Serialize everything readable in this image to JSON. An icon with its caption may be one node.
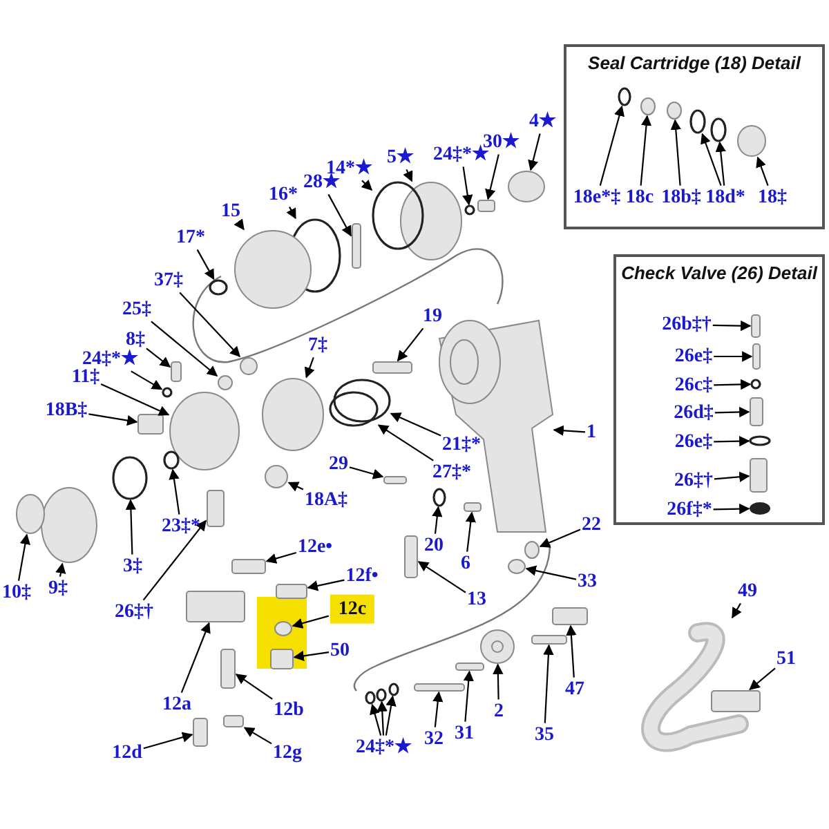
{
  "diagram": {
    "nodes": [
      {
        "text": [
          "Seal Cartridge (18) Detail"
        ]
      },
      {
        "text": [
          "18e*‡"
        ],
        "in": 0
      },
      {
        "text": [
          "18c"
        ],
        "in": 0
      },
      {
        "text": [
          "18b‡"
        ],
        "in": 0
      },
      {
        "text": [
          "18d*"
        ],
        "in": 0
      },
      {
        "text": [
          "18‡"
        ],
        "in": 0
      },
      {
        "text": [
          "4★"
        ]
      },
      {
        "text": [
          "30★"
        ]
      },
      {
        "text": [
          "24‡*★"
        ]
      },
      {
        "text": [
          "5★"
        ]
      },
      {
        "text": [
          "14*★"
        ]
      },
      {
        "text": [
          "28★"
        ]
      },
      {
        "text": [
          "16*"
        ]
      },
      {
        "text": [
          "15"
        ]
      },
      {
        "text": [
          "17*"
        ]
      },
      {
        "text": [
          "Check Valve (26) Detail"
        ]
      },
      {
        "text": [
          "26b‡†"
        ],
        "in": 15
      },
      {
        "text": [
          "26e‡"
        ],
        "in": 15
      },
      {
        "text": [
          "26c‡"
        ],
        "in": 15
      },
      {
        "text": [
          "26d‡"
        ],
        "in": 15
      },
      {
        "text": [
          "26e‡"
        ],
        "in": 15
      },
      {
        "text": [
          "26‡†"
        ],
        "in": 15
      },
      {
        "text": [
          "26f‡*"
        ],
        "in": 15
      },
      {
        "text": [
          "37‡"
        ]
      },
      {
        "text": [
          "25‡"
        ]
      },
      {
        "text": [
          "19"
        ]
      },
      {
        "text": [
          "8‡"
        ]
      },
      {
        "text": [
          "7‡"
        ]
      },
      {
        "text": [
          "24‡*★"
        ]
      },
      {
        "text": [
          "11‡"
        ]
      },
      {
        "text": [
          "18B‡"
        ]
      },
      {
        "text": [
          "1"
        ]
      },
      {
        "text": [
          "21‡*"
        ]
      },
      {
        "text": [
          "27‡*"
        ]
      },
      {
        "text": [
          "29"
        ]
      },
      {
        "text": [
          "18A‡"
        ]
      },
      {
        "text": [
          "23‡*"
        ]
      },
      {
        "text": [
          "22"
        ]
      },
      {
        "text": [
          "20"
        ]
      },
      {
        "text": [
          "6"
        ]
      },
      {
        "text": [
          "12e•"
        ]
      },
      {
        "text": [
          "3‡"
        ]
      },
      {
        "text": [
          "9‡"
        ]
      },
      {
        "text": [
          "10‡"
        ]
      },
      {
        "text": [
          "12f•"
        ]
      },
      {
        "text": [
          "33"
        ]
      },
      {
        "text": [
          "13"
        ]
      },
      {
        "text": [
          "26‡†"
        ]
      },
      {
        "text": [
          "12c"
        ]
      },
      {
        "text": [
          "50"
        ]
      },
      {
        "text": [
          "49"
        ]
      },
      {
        "text": [
          "51"
        ]
      },
      {
        "text": [
          "2"
        ]
      },
      {
        "text": [
          "47"
        ]
      },
      {
        "text": [
          "12a"
        ]
      },
      {
        "text": [
          "12b"
        ]
      },
      {
        "text": [
          "35"
        ]
      },
      {
        "text": [
          "31"
        ]
      },
      {
        "text": [
          "32"
        ]
      },
      {
        "text": [
          "24‡*★"
        ]
      },
      {
        "text": [
          "12d"
        ]
      },
      {
        "text": [
          "12g"
        ]
      },
      {
        "text": [],
        "shape": "circle",
        "in": 0
      },
      {
        "text": [],
        "shape": "circle",
        "in": 0
      },
      {
        "text": [],
        "shape": "circle",
        "in": 0
      },
      {
        "text": [],
        "shape": "circle",
        "in": 0
      },
      {
        "text": [],
        "shape": "circle",
        "in": 0
      },
      {
        "text": [],
        "shape": "circle",
        "in": 0
      },
      {
        "text": [],
        "shape": "circle"
      },
      {
        "text": [],
        "shape": "box"
      },
      {
        "text": [],
        "shape": "circle"
      },
      {
        "text": [],
        "shape": "circle"
      },
      {
        "text": [],
        "shape": "circle"
      },
      {
        "text": [],
        "shape": "box"
      },
      {
        "text": [],
        "shape": "circle"
      },
      {
        "text": [],
        "shape": "circle"
      },
      {
        "text": [],
        "shape": "circle"
      },
      {
        "text": [],
        "shape": "box",
        "in": 15
      },
      {
        "text": [],
        "shape": "box",
        "in": 15
      },
      {
        "text": [],
        "shape": "circle",
        "in": 15
      },
      {
        "text": [],
        "shape": "box",
        "in": 15
      },
      {
        "text": [],
        "shape": "circle",
        "in": 15
      },
      {
        "text": [],
        "shape": "box",
        "in": 15
      },
      {
        "text": [],
        "shape": "circle",
        "in": 15
      },
      {
        "text": [],
        "shape": "circle"
      },
      {
        "text": [],
        "shape": "circle"
      },
      {
        "text": [],
        "shape": "box"
      },
      {
        "text": [],
        "shape": "box"
      },
      {
        "text": [],
        "shape": "circle"
      },
      {
        "text": [],
        "shape": "circle"
      },
      {
        "text": [],
        "shape": "circle"
      },
      {
        "text": [],
        "shape": "box"
      },
      {
        "text": [],
        "shape": "picture"
      },
      {
        "text": [],
        "shape": "circle"
      },
      {
        "text": [],
        "shape": "circle"
      },
      {
        "text": [],
        "shape": "box"
      },
      {
        "text": [],
        "shape": "circle"
      },
      {
        "text": [],
        "shape": "circle"
      },
      {
        "text": [],
        "shape": "circle"
      },
      {
        "text": [],
        "shape": "circle"
      },
      {
        "text": [],
        "shape": "box"
      },
      {
        "text": [],
        "shape": "box"
      },
      {
        "text": [],
        "shape": "circle"
      },
      {
        "text": [],
        "shape": "circle"
      },
      {
        "text": [],
        "shape": "circle"
      },
      {
        "text": [],
        "shape": "box"
      },
      {
        "text": [],
        "shape": "circle"
      },
      {
        "text": [],
        "shape": "box"
      },
      {
        "text": [],
        "shape": "box"
      },
      {
        "text": [],
        "shape": "circle"
      },
      {
        "text": [],
        "shape": "box"
      },
      {
        "text": [],
        "shape": "picture"
      },
      {
        "text": [],
        "shape": "box"
      },
      {
        "text": [],
        "shape": "picture"
      },
      {
        "text": [],
        "shape": "box"
      },
      {
        "text": [],
        "shape": "box"
      },
      {
        "text": [],
        "shape": "box"
      },
      {
        "text": [],
        "shape": "box"
      },
      {
        "text": [],
        "shape": "box"
      },
      {
        "text": [],
        "shape": "box"
      },
      {
        "text": [],
        "shape": "circle"
      },
      {
        "text": [],
        "shape": "circle"
      },
      {
        "text": [],
        "shape": "circle"
      },
      {
        "text": [],
        "shape": "box"
      },
      {
        "text": [],
        "shape": "box"
      }
    ],
    "edges": [
      {
        "from": 1,
        "to": 62,
        "arrow": "to"
      },
      {
        "from": 2,
        "to": 63,
        "arrow": "to"
      },
      {
        "from": 3,
        "to": 64,
        "arrow": "to"
      },
      {
        "from": 4,
        "to": 65,
        "arrow": "to"
      },
      {
        "from": 4,
        "to": 66,
        "arrow": "to"
      },
      {
        "from": 5,
        "to": 67,
        "arrow": "to"
      },
      {
        "from": 6,
        "to": 68,
        "arrow": "to"
      },
      {
        "from": 7,
        "to": 69,
        "arrow": "to"
      },
      {
        "from": 8,
        "to": 70,
        "arrow": "to"
      },
      {
        "from": 9,
        "to": 71,
        "arrow": "to"
      },
      {
        "from": 10,
        "to": 72,
        "arrow": "to"
      },
      {
        "from": 11,
        "to": 73,
        "arrow": "to"
      },
      {
        "from": 12,
        "to": 74,
        "arrow": "to"
      },
      {
        "from": 13,
        "to": 75,
        "arrow": "to"
      },
      {
        "from": 14,
        "to": 76,
        "arrow": "to"
      },
      {
        "from": 16,
        "to": 77,
        "arrow": "to"
      },
      {
        "from": 17,
        "to": 78,
        "arrow": "to"
      },
      {
        "from": 18,
        "to": 79,
        "arrow": "to"
      },
      {
        "from": 19,
        "to": 80,
        "arrow": "to"
      },
      {
        "from": 20,
        "to": 81,
        "arrow": "to"
      },
      {
        "from": 21,
        "to": 82,
        "arrow": "to"
      },
      {
        "from": 22,
        "to": 83,
        "arrow": "to"
      },
      {
        "from": 23,
        "to": 84,
        "arrow": "to"
      },
      {
        "from": 24,
        "to": 85,
        "arrow": "to"
      },
      {
        "from": 25,
        "to": 86,
        "arrow": "to"
      },
      {
        "from": 26,
        "to": 87,
        "arrow": "to"
      },
      {
        "from": 27,
        "to": 88,
        "arrow": "to"
      },
      {
        "from": 28,
        "to": 89,
        "arrow": "to"
      },
      {
        "from": 29,
        "to": 90,
        "arrow": "to"
      },
      {
        "from": 30,
        "to": 91,
        "arrow": "to"
      },
      {
        "from": 31,
        "to": 92,
        "arrow": "to"
      },
      {
        "from": 32,
        "to": 93,
        "arrow": "to"
      },
      {
        "from": 33,
        "to": 94,
        "arrow": "to"
      },
      {
        "from": 34,
        "to": 95,
        "arrow": "to"
      },
      {
        "from": 35,
        "to": 96,
        "arrow": "to"
      },
      {
        "from": 36,
        "to": 97,
        "arrow": "to"
      },
      {
        "from": 37,
        "to": 98,
        "arrow": "to"
      },
      {
        "from": 38,
        "to": 99,
        "arrow": "to"
      },
      {
        "from": 39,
        "to": 100,
        "arrow": "to"
      },
      {
        "from": 40,
        "to": 101,
        "arrow": "to"
      },
      {
        "from": 41,
        "to": 102,
        "arrow": "to"
      },
      {
        "from": 42,
        "to": 103,
        "arrow": "to"
      },
      {
        "from": 43,
        "to": 104,
        "arrow": "to"
      },
      {
        "from": 44,
        "to": 105,
        "arrow": "to"
      },
      {
        "from": 45,
        "to": 106,
        "arrow": "to"
      },
      {
        "from": 46,
        "to": 107,
        "arrow": "to"
      },
      {
        "from": 47,
        "to": 108,
        "arrow": "to"
      },
      {
        "from": 48,
        "to": 109,
        "arrow": "to"
      },
      {
        "from": 49,
        "to": 110,
        "arrow": "to"
      },
      {
        "from": 50,
        "to": 111,
        "arrow": "to"
      },
      {
        "from": 51,
        "to": 112,
        "arrow": "to"
      },
      {
        "from": 52,
        "to": 113,
        "arrow": "to"
      },
      {
        "from": 53,
        "to": 114,
        "arrow": "to"
      },
      {
        "from": 54,
        "to": 115,
        "arrow": "to"
      },
      {
        "from": 55,
        "to": 116,
        "arrow": "to"
      },
      {
        "from": 56,
        "to": 117,
        "arrow": "to"
      },
      {
        "from": 57,
        "to": 118,
        "arrow": "to"
      },
      {
        "from": 58,
        "to": 119,
        "arrow": "to"
      },
      {
        "from": 59,
        "to": 120,
        "arrow": "to"
      },
      {
        "from": 59,
        "to": 121,
        "arrow": "to"
      },
      {
        "from": 59,
        "to": 122,
        "arrow": "to"
      },
      {
        "from": 60,
        "to": 123,
        "arrow": "to"
      },
      {
        "from": 61,
        "to": 124,
        "arrow": "to"
      }
    ]
  }
}
